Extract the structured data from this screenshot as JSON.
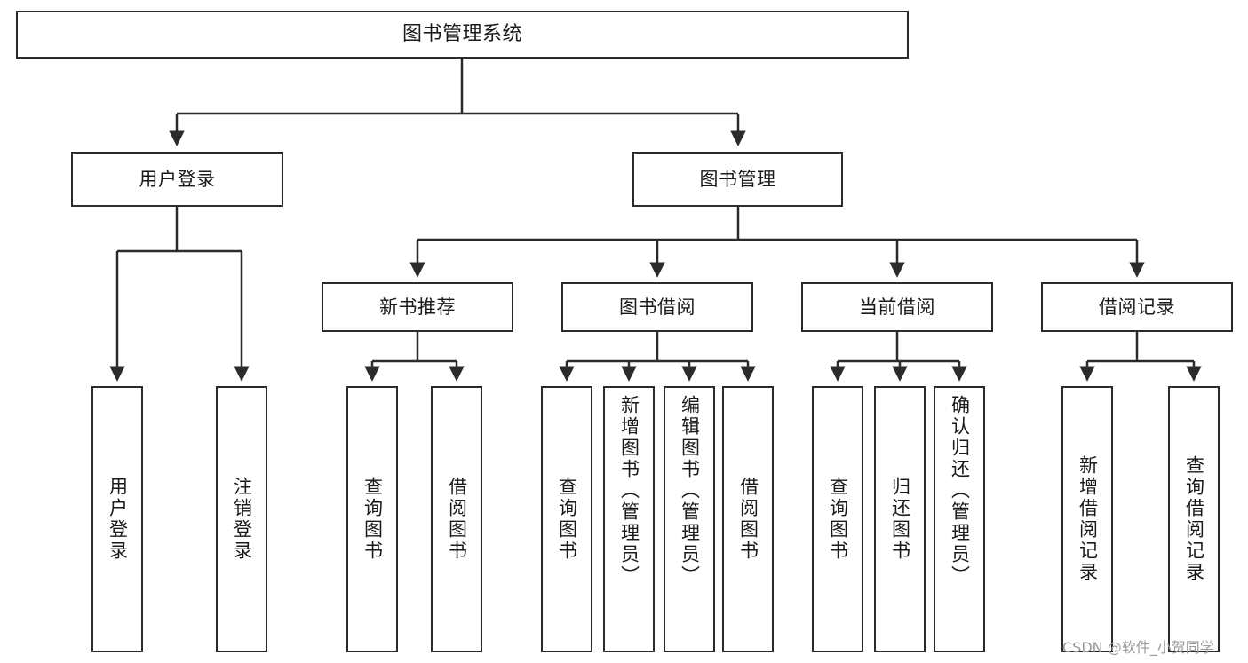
{
  "diagram": {
    "title": "图书管理系统",
    "type": "tree",
    "watermark": "CSDN @软件_小贺同学",
    "colors": {
      "stroke": "#2b2b2b",
      "fill": "#ffffff",
      "text": "#1a1a1a",
      "watermark": "#9a9a9a"
    },
    "nodes": {
      "root": {
        "label": "图书管理系统"
      },
      "level2": [
        {
          "id": "user-login",
          "label": "用户登录"
        },
        {
          "id": "book-manage",
          "label": "图书管理"
        }
      ],
      "level3": [
        {
          "id": "new-book-recommend",
          "label": "新书推荐"
        },
        {
          "id": "book-borrow",
          "label": "图书借阅"
        },
        {
          "id": "current-borrow",
          "label": "当前借阅"
        },
        {
          "id": "borrow-record",
          "label": "借阅记录"
        }
      ],
      "leaves": {
        "user_login": [
          {
            "id": "leaf-user-login",
            "label": "用户登录"
          },
          {
            "id": "leaf-logout",
            "label": "注销登录"
          }
        ],
        "new_book_recommend": [
          {
            "id": "leaf-query-book-1",
            "label": "查询图书"
          },
          {
            "id": "leaf-borrow-book-1",
            "label": "借阅图书"
          }
        ],
        "book_borrow": [
          {
            "id": "leaf-query-book-2",
            "label": "查询图书"
          },
          {
            "id": "leaf-add-book",
            "label": "新增图书（管理员）"
          },
          {
            "id": "leaf-edit-book",
            "label": "编辑图书（管理员）"
          },
          {
            "id": "leaf-borrow-book-2",
            "label": "借阅图书"
          }
        ],
        "current_borrow": [
          {
            "id": "leaf-query-book-3",
            "label": "查询图书"
          },
          {
            "id": "leaf-return-book",
            "label": "归还图书"
          },
          {
            "id": "leaf-confirm-return",
            "label": "确认归还（管理员）"
          }
        ],
        "borrow_record": [
          {
            "id": "leaf-add-record",
            "label": "新增借阅记录"
          },
          {
            "id": "leaf-query-record",
            "label": "查询借阅记录"
          }
        ]
      }
    }
  }
}
